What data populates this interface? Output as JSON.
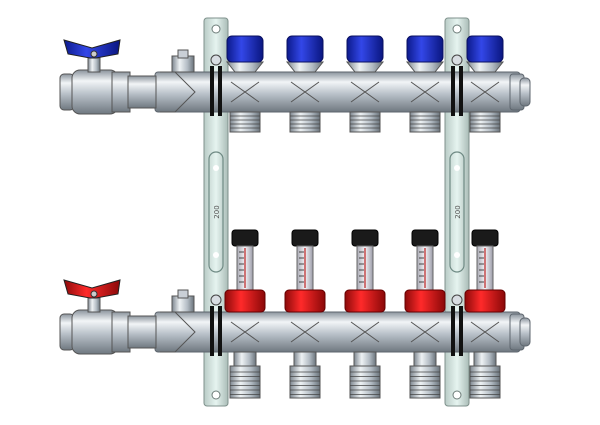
{
  "product": {
    "outlet_count": 5,
    "bracket_labels": [
      "200",
      "200"
    ]
  },
  "colors": {
    "supply_handle": "#1f2fd6",
    "return_handle": "#e01010",
    "supply_cap": "#1a2fc8",
    "flowmeter_nut": "#d81818",
    "flowmeter_cap": "#1a1a1a",
    "metal": "#c9cfd6",
    "bracket": "#d8ece6"
  },
  "icons": {
    "supply_valve": "blue-butterfly-handle-icon",
    "return_valve": "red-butterfly-handle-icon",
    "flowmeter": "flowmeter-icon",
    "bracket": "mounting-bracket-icon"
  }
}
